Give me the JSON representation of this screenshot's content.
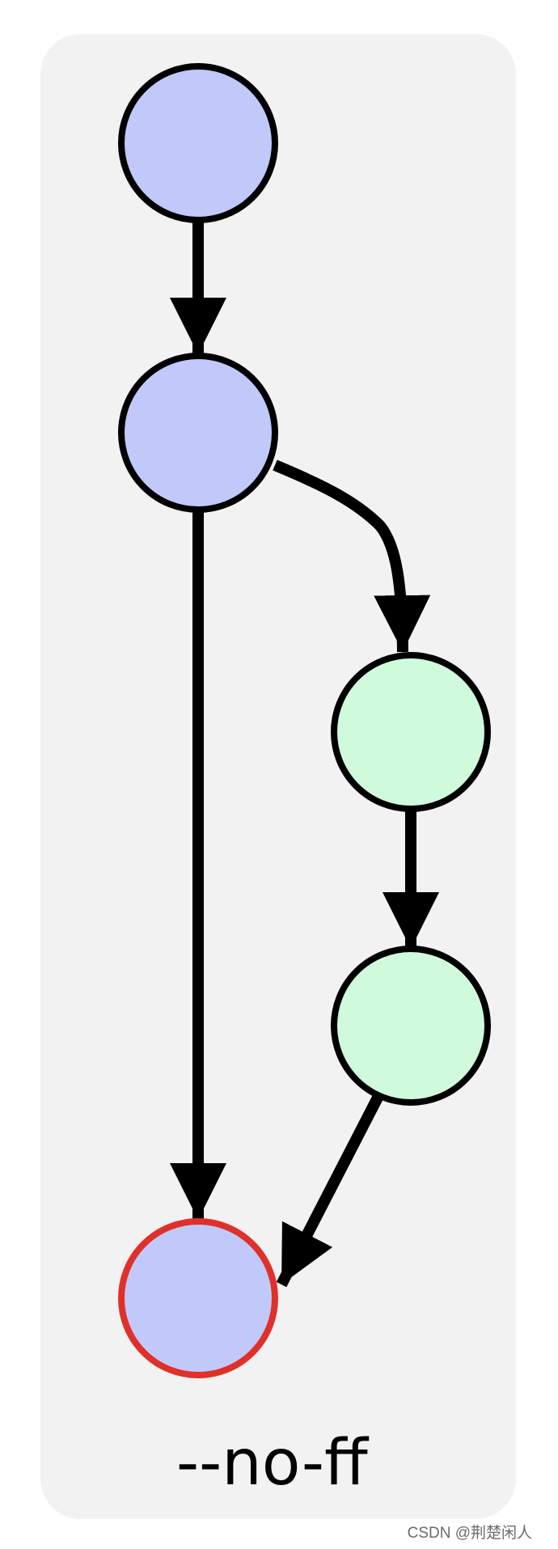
{
  "diagram": {
    "caption": "--no-ff",
    "colors": {
      "panel": "#f2f2f2",
      "main_branch_commit": "#c0c9fa",
      "feature_branch_commit": "#cffadc",
      "commit_outline": "#000000",
      "merge_commit_outline": "#e0302a",
      "arrow": "#000000"
    },
    "commits": [
      {
        "id": "main-commit-1",
        "branch": "main"
      },
      {
        "id": "main-commit-2",
        "branch": "main"
      },
      {
        "id": "feature-commit-1",
        "branch": "feature"
      },
      {
        "id": "feature-commit-2",
        "branch": "feature"
      },
      {
        "id": "merge-commit",
        "branch": "main",
        "highlighted": true
      }
    ],
    "edges": [
      {
        "from": "main-commit-1",
        "to": "main-commit-2"
      },
      {
        "from": "main-commit-2",
        "to": "feature-commit-1"
      },
      {
        "from": "feature-commit-1",
        "to": "feature-commit-2"
      },
      {
        "from": "main-commit-2",
        "to": "merge-commit"
      },
      {
        "from": "feature-commit-2",
        "to": "merge-commit"
      }
    ]
  },
  "watermark": "CSDN @荆楚闲人"
}
